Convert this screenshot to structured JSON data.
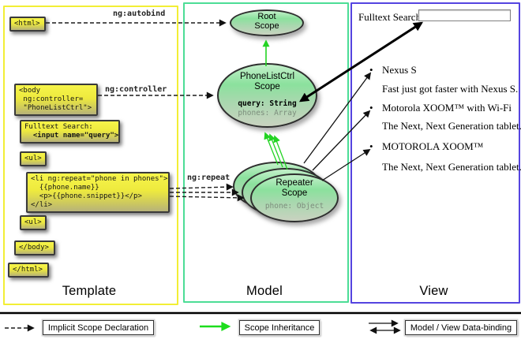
{
  "columns": {
    "template": {
      "label": "Template"
    },
    "model": {
      "label": "Model"
    },
    "view": {
      "label": "View"
    }
  },
  "template": {
    "boxes": {
      "html_open": {
        "lines": [
          "<html>"
        ]
      },
      "body_open": {
        "lines": [
          "<body",
          " ng:controller=",
          " \"PhoneListCtrl\">"
        ]
      },
      "fulltext": {
        "lines": [
          "Fulltext Search:",
          "  <input name=\"query\">"
        ]
      },
      "ul_open": {
        "lines": [
          "<ul>"
        ]
      },
      "li_repeat": {
        "lines": [
          "<li ng:repeat=\"phone in phones\">",
          "  {{phone.name}}",
          "  <p>{{phone.snippet}}</p>",
          "</li>"
        ]
      },
      "ul_close": {
        "lines": [
          "<ul>"
        ]
      },
      "body_close": {
        "lines": [
          "</body>"
        ]
      },
      "html_close": {
        "lines": [
          "</html>"
        ]
      }
    },
    "arrow_labels": {
      "autobind": "ng:autobind",
      "controller": "ng:controller",
      "repeat": "ng:repeat"
    }
  },
  "model": {
    "root_scope": {
      "title_line1": "Root",
      "title_line2": "Scope"
    },
    "phonelist_scope": {
      "title_line1": "PhoneListCtrl",
      "title_line2": "Scope",
      "prop_query": "query: String",
      "prop_phones": "phones: Array"
    },
    "repeater_scope": {
      "title_line1": "Repeater",
      "title_line2": "Scope",
      "prop_phone": "phone: Object"
    }
  },
  "view": {
    "search_label": "Fulltext Search:",
    "search_value": "",
    "items": [
      {
        "bullet": "•",
        "title": "Nexus S",
        "desc": "Fast just got faster with Nexus S."
      },
      {
        "bullet": "•",
        "title": "Motorola XOOM™  with Wi-Fi",
        "desc": "The Next, Next Generation tablet."
      },
      {
        "bullet": "•",
        "title": "MOTOROLA XOOM™",
        "desc": "The Next, Next Generation tablet."
      }
    ]
  },
  "legend": {
    "implicit": "Implicit Scope Declaration",
    "inheritance": "Scope Inheritance",
    "binding": "Model / View Data-binding"
  },
  "colors": {
    "template_border": "#f2ee35",
    "model_border": "#4cdd96",
    "view_border": "#5544e0",
    "scope_fill_green": "#8be19d",
    "inheritance_green": "#23d323",
    "code_box_yellow": "#eeea3e"
  }
}
